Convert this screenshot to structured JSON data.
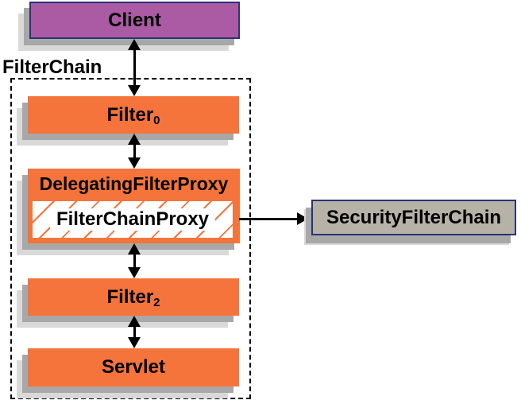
{
  "colors": {
    "orange": "#f4743b",
    "purple": "#aa5ba4",
    "tan": "#b7b2a7",
    "navy": "#273377",
    "shadow_light": "#d9d9d9",
    "shadow_mid": "#a8a8a8",
    "black": "#000000",
    "white": "#ffffff"
  },
  "nodes": {
    "client": {
      "label": "Client"
    },
    "filter_chain": {
      "label": "FilterChain"
    },
    "filter0": {
      "label": "Filter",
      "subscript": "0"
    },
    "delegating_filter_proxy": {
      "label": "DelegatingFilterProxy"
    },
    "filter_chain_proxy": {
      "label": "FilterChainProxy"
    },
    "security_filter_chain": {
      "label": "SecurityFilterChain"
    },
    "filter2": {
      "label": "Filter",
      "subscript": "2"
    },
    "servlet": {
      "label": "Servlet"
    }
  }
}
